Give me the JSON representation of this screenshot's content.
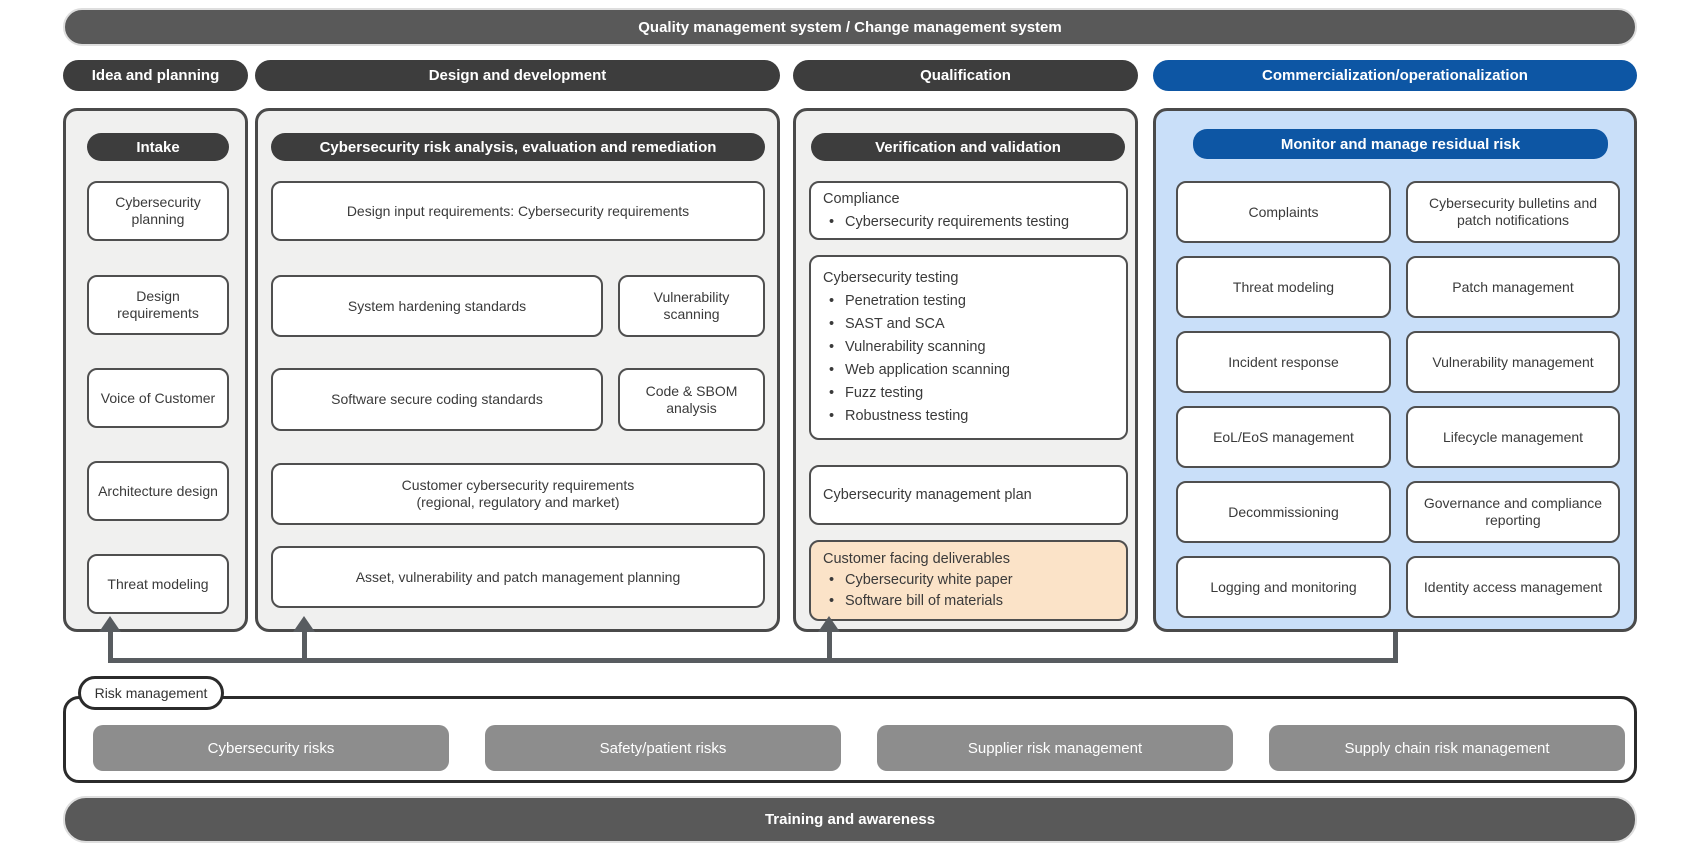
{
  "top_bar": {
    "label": "Quality management system / Change management system"
  },
  "bottom_bar": {
    "label": "Training and awareness"
  },
  "phases": [
    {
      "label": "Idea and planning"
    },
    {
      "label": "Design and development"
    },
    {
      "label": "Qualification"
    },
    {
      "label": "Commercialization/operationalization"
    }
  ],
  "panels": {
    "intake": {
      "header": "Intake",
      "boxes": [
        "Cybersecurity planning",
        "Design requirements",
        "Voice of Customer",
        "Architecture design",
        "Threat modeling"
      ]
    },
    "design": {
      "header": "Cybersecurity risk analysis, evaluation and remediation",
      "design_input": "Design input requirements: Cybersecurity requirements",
      "system_hardening": "System hardening standards",
      "vulnerability_scanning": "Vulnerability scanning",
      "secure_coding": "Software secure coding standards",
      "code_sbom": "Code & SBOM analysis",
      "customer_requirements_line1": "Customer cybersecurity requirements",
      "customer_requirements_line2": "(regional, regulatory and market)",
      "asset_management": "Asset, vulnerability and patch management planning"
    },
    "qualification": {
      "header": "Verification and validation",
      "compliance": {
        "title": "Compliance",
        "bullets": [
          "Cybersecurity requirements testing"
        ]
      },
      "testing": {
        "title": "Cybersecurity testing",
        "bullets": [
          "Penetration testing",
          "SAST and SCA",
          "Vulnerability scanning",
          "Web application scanning",
          "Fuzz testing",
          "Robustness testing"
        ]
      },
      "management_plan": "Cybersecurity management plan",
      "deliverables": {
        "title": "Customer facing deliverables",
        "bullets": [
          "Cybersecurity white paper",
          "Software bill of materials"
        ]
      }
    },
    "commercialization": {
      "header": "Monitor and manage residual risk",
      "left_boxes": [
        "Complaints",
        "Threat modeling",
        "Incident response",
        "EoL/EoS management",
        "Decommissioning",
        "Logging and monitoring"
      ],
      "right_boxes": [
        "Cybersecurity bulletins and patch notifications",
        "Patch management",
        "Vulnerability management",
        "Lifecycle management",
        "Governance and compliance reporting",
        "Identity access management"
      ]
    }
  },
  "risk_management": {
    "label": "Risk management",
    "boxes": [
      "Cybersecurity risks",
      "Safety/patient risks",
      "Supplier risk management",
      "Supply chain risk management"
    ]
  },
  "colors": {
    "bar_gray": "#595959",
    "header_dark_gray": "#3d3d3d",
    "accent_blue": "#0d56a4",
    "light_blue_panel": "#c9dff9",
    "light_gray_panel": "#f0f0ef",
    "orange_box": "#fbe3c8",
    "risk_gray_box": "#8d8d8d",
    "connector_gray": "#585c60"
  }
}
